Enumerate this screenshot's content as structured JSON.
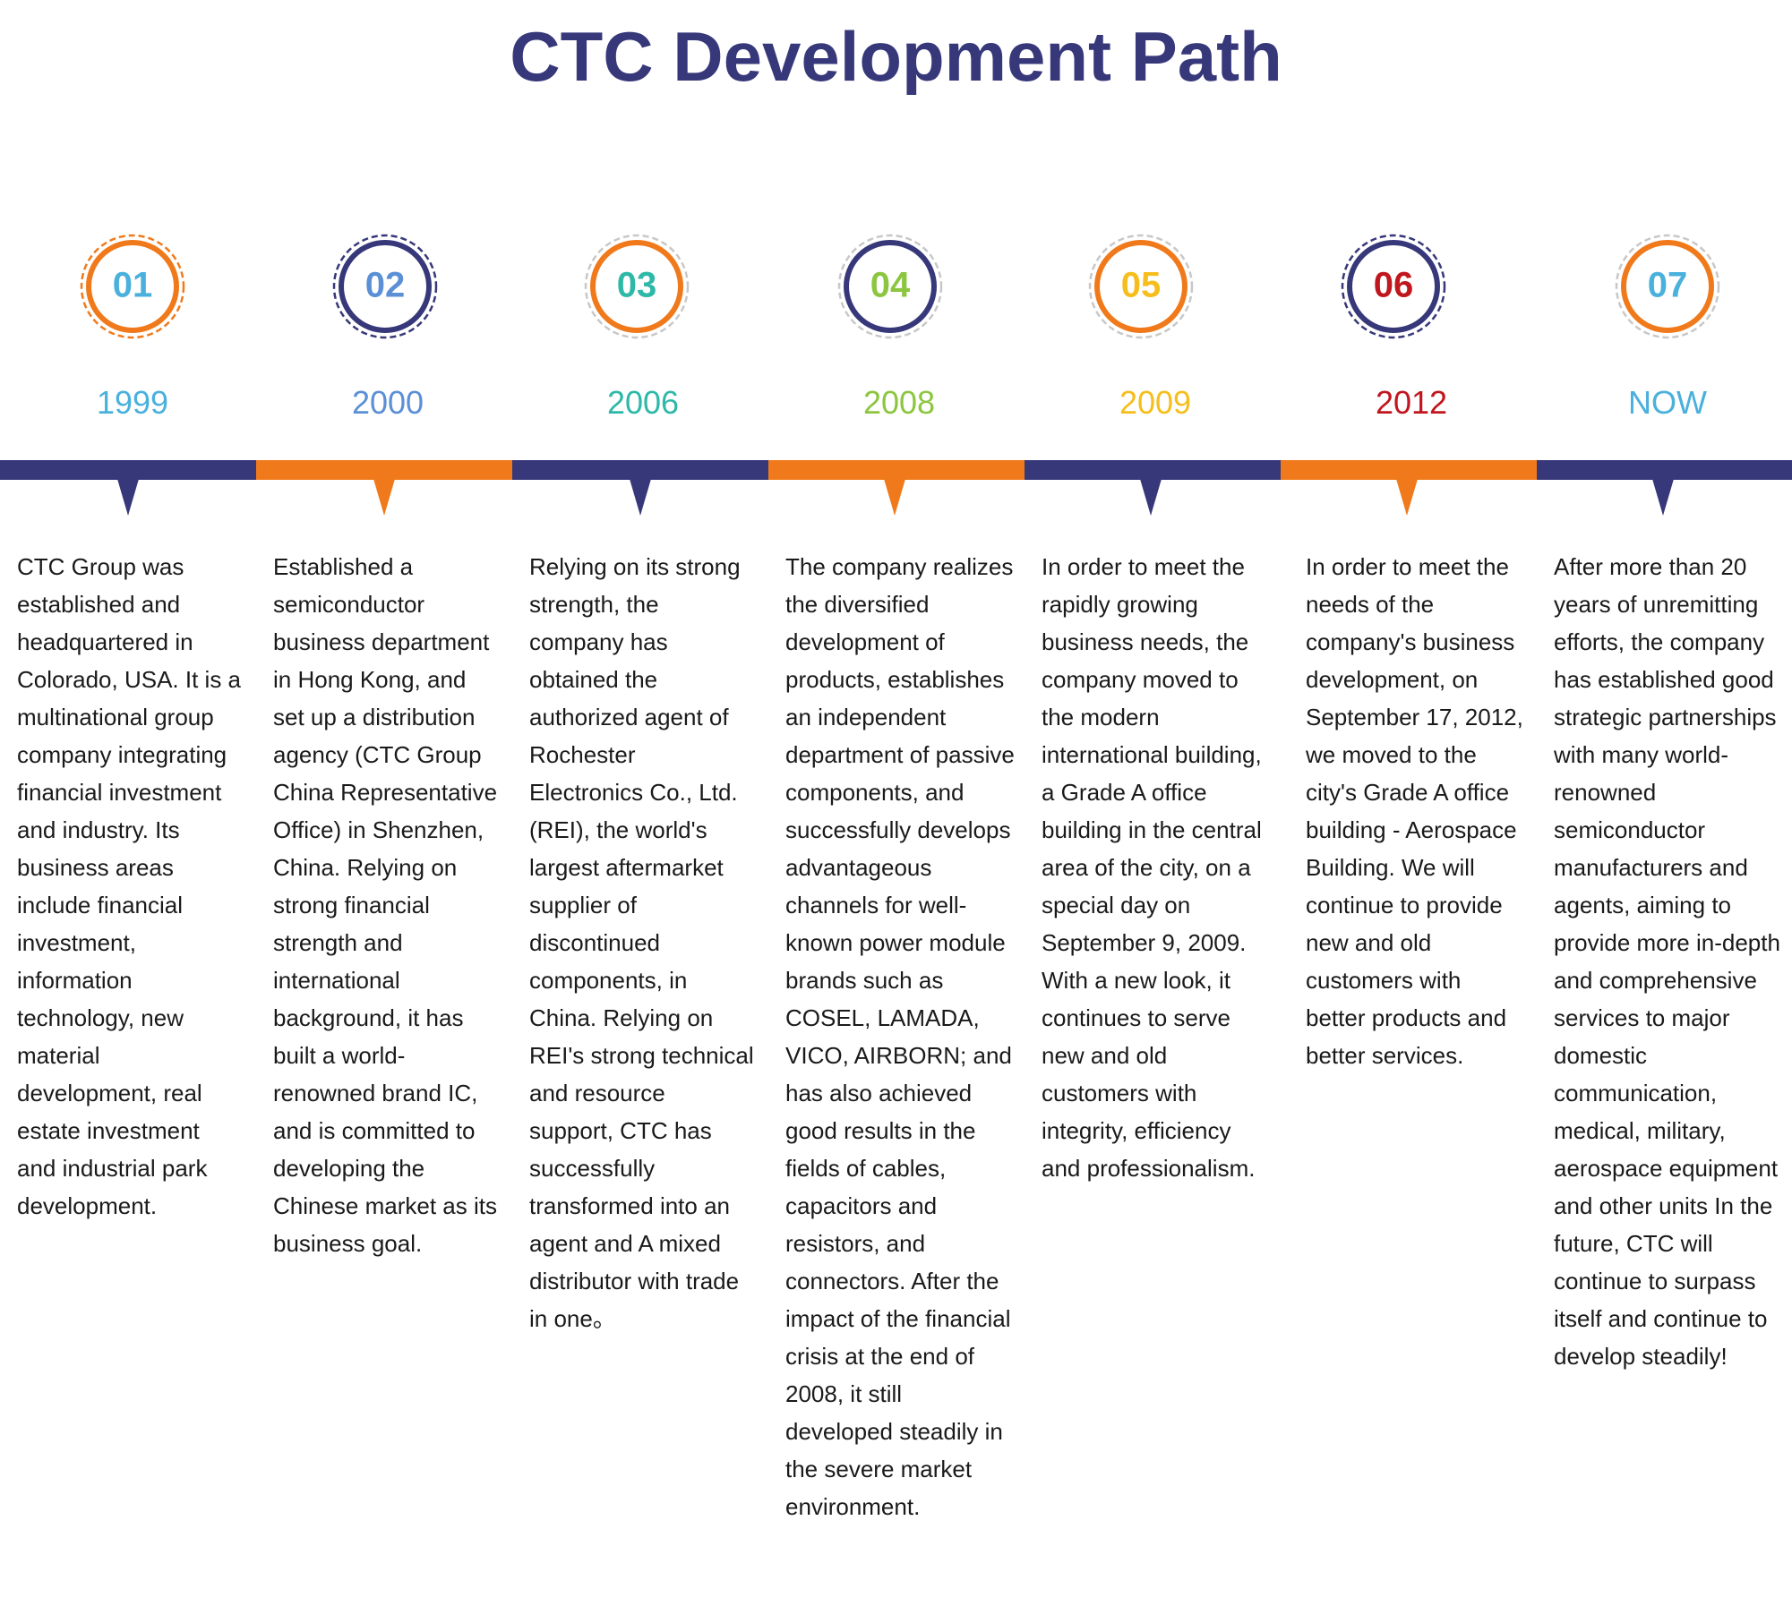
{
  "title": "CTC Development Path",
  "colors": {
    "navy": "#37387a",
    "orange": "#f07a1b",
    "dashed_gray": "#c8c8c8"
  },
  "milestones": [
    {
      "number": "01",
      "year": "1999",
      "number_color": "#4ab0dc",
      "year_color": "#4ab0dc",
      "description": "CTC Group was established and headquartered in Colorado, USA. It is a multinational group company integrating financial investment and industry. Its business areas include financial investment, information technology, new material development, real estate investment and industrial park development."
    },
    {
      "number": "02",
      "year": "2000",
      "number_color": "#5b8fd6",
      "year_color": "#5b8fd6",
      "description": "Established a semiconductor business department in Hong Kong, and set up a distribution agency (CTC Group China Representative Office) in Shenzhen, China. Relying on strong financial strength and international background, it has built a world-renowned brand IC, and is committed to developing the Chinese market as its business goal."
    },
    {
      "number": "03",
      "year": "2006",
      "number_color": "#2eb8a8",
      "year_color": "#2eb8a8",
      "description": "Relying on its strong strength, the company has obtained the authorized agent of Rochester Electronics Co., Ltd. (REI), the world's largest aftermarket supplier of discontinued components, in China. Relying on REI's strong technical and resource support, CTC has successfully transformed into an agent and A mixed distributor with trade in one。"
    },
    {
      "number": "04",
      "year": "2008",
      "number_color": "#8cc63f",
      "year_color": "#8cc63f",
      "description": "The company realizes the diversified development of products, establishes an independent department of passive components, and successfully develops advantageous channels for well-known power module brands such as COSEL, LAMADA, VICO, AIRBORN; and has also achieved good results in the fields of cables, capacitors and resistors, and connectors. After the impact of the financial crisis at the end of 2008, it still developed steadily in the severe market environment."
    },
    {
      "number": "05",
      "year": "2009",
      "number_color": "#f6be1c",
      "year_color": "#f6be1c",
      "description": "In order to meet the rapidly growing business needs, the company moved to the modern international building, a Grade A office building in the central area of the city, on a special day on September 9, 2009. With a new look, it continues to serve new and old customers with integrity, efficiency and professionalism."
    },
    {
      "number": "06",
      "year": "2012",
      "number_color": "#c0171f",
      "year_color": "#c0171f",
      "description": "In order to meet the needs of the company's business development, on September 17, 2012, we moved to the city's Grade A office building - Aerospace Building. We will continue to provide new and old customers with better products and better services."
    },
    {
      "number": "07",
      "year": "NOW",
      "number_color": "#4ab0dc",
      "year_color": "#4ab0dc",
      "description": "After more than 20 years of unremitting efforts, the company has established good strategic partnerships with many world-renowned semiconductor manufacturers and agents, aiming to provide more in-depth and comprehensive services to major domestic communication, medical, military, aerospace equipment and other units In the future, CTC will continue to surpass itself and continue to develop steadily!"
    }
  ]
}
